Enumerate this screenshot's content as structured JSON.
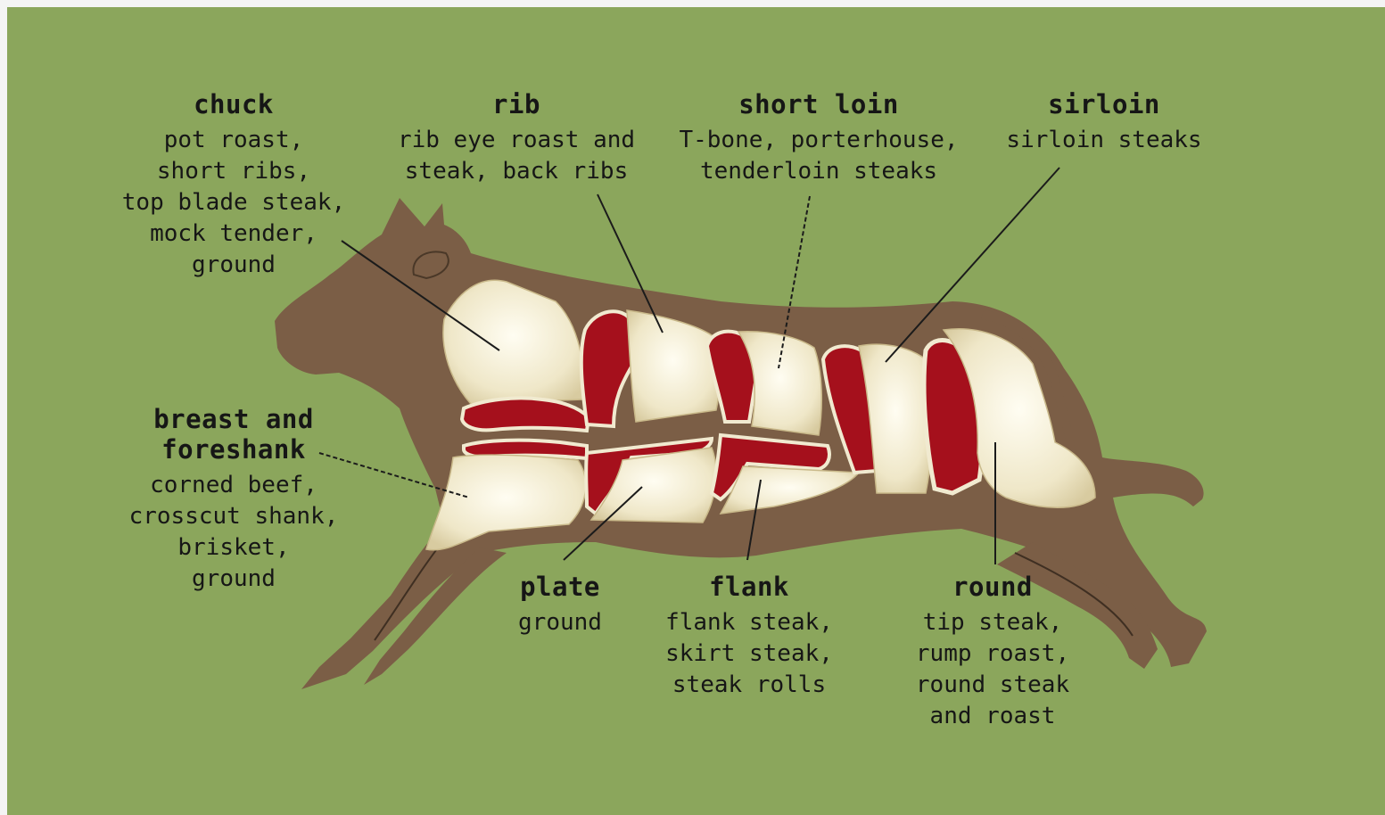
{
  "colors": {
    "background": "#8ba65c",
    "body": "#7b5e46",
    "fat": "#f1ead0",
    "meat": "#a5101c",
    "line": "#1b1b1b",
    "text": "#161616"
  },
  "cuts": {
    "chuck": {
      "name": "chuck",
      "uses": [
        "pot roast,",
        "short ribs,",
        "top blade steak,",
        "mock tender,",
        "ground"
      ]
    },
    "rib": {
      "name": "rib",
      "uses": [
        "rib eye roast and",
        "steak, back ribs"
      ]
    },
    "short_loin": {
      "name": "short loin",
      "uses": [
        "T-bone, porterhouse,",
        "tenderloin steaks"
      ]
    },
    "sirloin": {
      "name": "sirloin",
      "uses": [
        "sirloin steaks"
      ]
    },
    "breast_foreshank": {
      "name_lines": [
        "breast and",
        "foreshank"
      ],
      "uses": [
        "corned beef,",
        "crosscut shank,",
        "brisket,",
        "ground"
      ]
    },
    "plate": {
      "name": "plate",
      "uses": [
        "ground"
      ]
    },
    "flank": {
      "name": "flank",
      "uses": [
        "flank steak,",
        "skirt steak,",
        "steak rolls"
      ]
    },
    "round": {
      "name": "round",
      "uses": [
        "tip steak,",
        "rump roast,",
        "round steak",
        "and roast"
      ]
    }
  }
}
